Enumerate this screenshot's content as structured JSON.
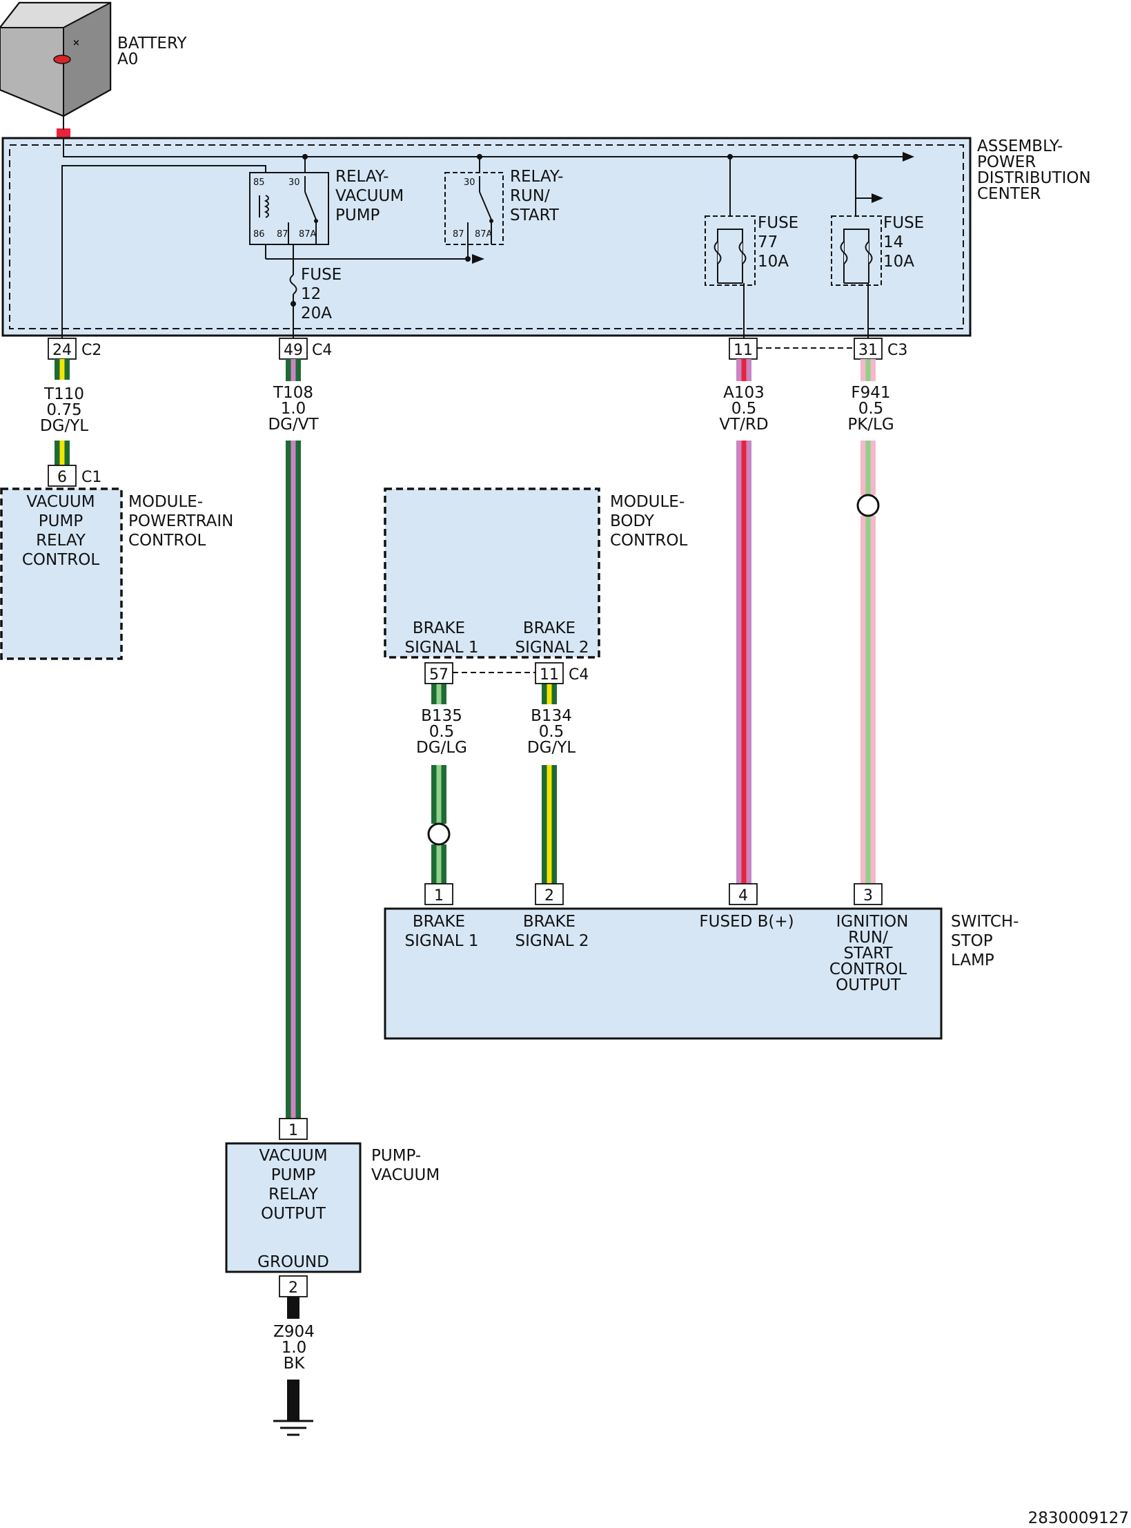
{
  "components": {
    "battery": {
      "line1": "BATTERY",
      "line2": "A0"
    },
    "pdc": {
      "line1": "ASSEMBLY-",
      "line2": "POWER",
      "line3": "DISTRIBUTION",
      "line4": "CENTER"
    },
    "relay_vacuum": {
      "line1": "RELAY-",
      "line2": "VACUUM",
      "line3": "PUMP",
      "pin85": "85",
      "pin86": "86",
      "pin30": "30",
      "pin87": "87",
      "pin87a": "87A"
    },
    "relay_run": {
      "line1": "RELAY-",
      "line2": "RUN/",
      "line3": "START",
      "pin30": "30",
      "pin87": "87",
      "pin87a": "87A"
    },
    "fuse12": {
      "line1": "FUSE",
      "line2": "12",
      "line3": "20A"
    },
    "fuse77": {
      "line1": "FUSE",
      "line2": "77",
      "line3": "10A"
    },
    "fuse14": {
      "line1": "FUSE",
      "line2": "14",
      "line3": "10A"
    },
    "pcm": {
      "title1": "MODULE-",
      "title2": "POWERTRAIN",
      "title3": "CONTROL",
      "in1": "VACUUM",
      "in2": "PUMP",
      "in3": "RELAY",
      "in4": "CONTROL"
    },
    "bcm": {
      "title1": "MODULE-",
      "title2": "BODY",
      "title3": "CONTROL",
      "p1a": "BRAKE",
      "p1b": "SIGNAL 1",
      "p2a": "BRAKE",
      "p2b": "SIGNAL 2"
    },
    "switch": {
      "title1": "SWITCH-",
      "title2": "STOP",
      "title3": "LAMP",
      "p1a": "BRAKE",
      "p1b": "SIGNAL 1",
      "p2a": "BRAKE",
      "p2b": "SIGNAL 2",
      "p4": "FUSED B(+)",
      "p3a": "IGNITION",
      "p3b": "RUN/",
      "p3c": "START",
      "p3d": "CONTROL",
      "p3e": "OUTPUT"
    },
    "pump": {
      "title1": "PUMP-",
      "title2": "VACUUM",
      "in1": "VACUUM",
      "in2": "PUMP",
      "in3": "RELAY",
      "in4": "OUTPUT",
      "in5": "GROUND"
    }
  },
  "connectors": {
    "pdc_c2": {
      "pin": "24",
      "name": "C2"
    },
    "pdc_c4": {
      "pin": "49",
      "name": "C4"
    },
    "pdc_c3a": {
      "pin": "11"
    },
    "pdc_c3b": {
      "pin": "31",
      "name": "C3"
    },
    "pcm_c1": {
      "pin": "6",
      "name": "C1"
    },
    "bcm_c4a": {
      "pin": "57"
    },
    "bcm_c4b": {
      "pin": "11",
      "name": "C4"
    },
    "sw1": {
      "pin": "1"
    },
    "sw2": {
      "pin": "2"
    },
    "sw4": {
      "pin": "4"
    },
    "sw3": {
      "pin": "3"
    },
    "pump1": {
      "pin": "1"
    },
    "pump2": {
      "pin": "2"
    }
  },
  "wires": {
    "t110": {
      "code": "T110",
      "gauge": "0.75",
      "color": "DG/YL",
      "base": "#1f6b35",
      "stripe": "#f2e600"
    },
    "t108": {
      "code": "T108",
      "gauge": "1.0",
      "color": "DG/VT",
      "base": "#1f6b35",
      "stripe": "#c985c4"
    },
    "a103": {
      "code": "A103",
      "gauge": "0.5",
      "color": "VT/RD",
      "base": "#c985c4",
      "stripe": "#e8233a"
    },
    "f941": {
      "code": "F941",
      "gauge": "0.5",
      "color": "PK/LG",
      "base": "#f4b8c8",
      "stripe": "#8fd08a"
    },
    "b135": {
      "code": "B135",
      "gauge": "0.5",
      "color": "DG/LG",
      "base": "#1f6b35",
      "stripe": "#8fd08a"
    },
    "b134": {
      "code": "B134",
      "gauge": "0.5",
      "color": "DG/YL",
      "base": "#1f6b35",
      "stripe": "#f2e600"
    },
    "z904": {
      "code": "Z904",
      "gauge": "1.0",
      "color": "BK",
      "base": "#111111",
      "stripe": "#111111"
    }
  },
  "footer": {
    "diagram_id": "2830009127"
  }
}
